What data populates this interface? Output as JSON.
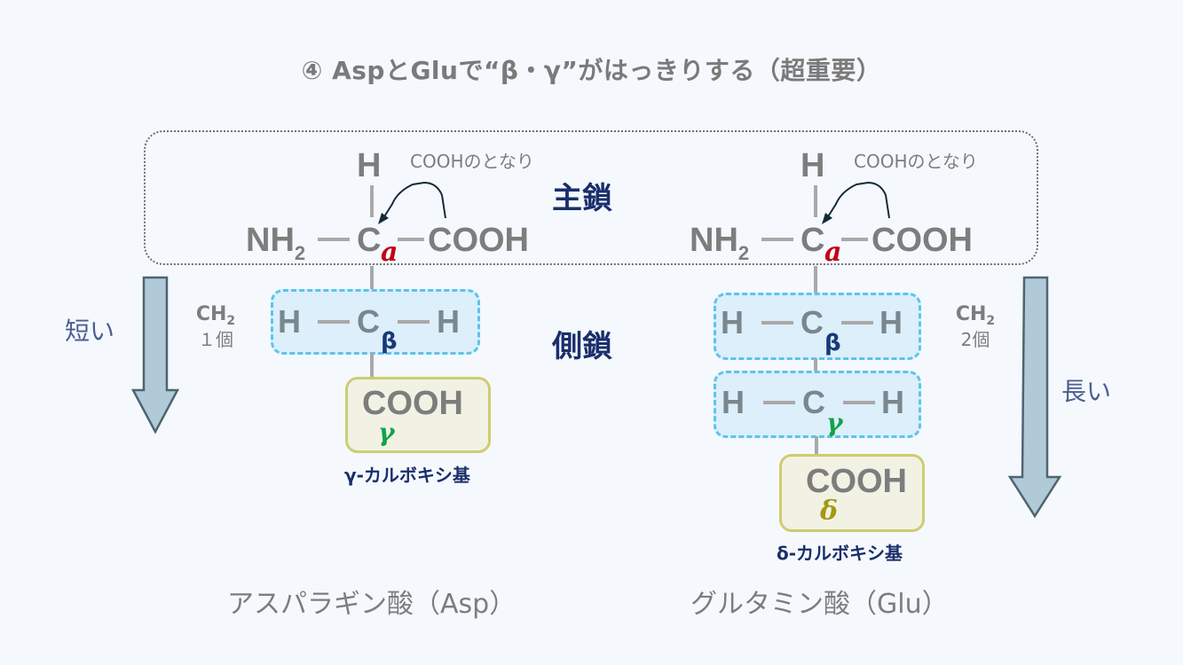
{
  "title": "④ AspとGluで“β・γ”がはっきりする（超重要）",
  "labels": {
    "main_chain": "主鎖",
    "side_chain": "側鎖",
    "short": "短い",
    "long": "長い",
    "neighbor_note": "COOHのとなり"
  },
  "colors": {
    "alpha": "#c00018",
    "beta": "#173a7a",
    "gamma": "#12a24a",
    "delta": "#a39a10",
    "ch_box_border": "#5cc4ec",
    "cooh_box_border": "#cfcc72",
    "arrow_fill": "#b1cad8"
  },
  "asp": {
    "name": "アスパラギン酸（Asp）",
    "h_top": "H",
    "nh2": "NH",
    "nh2_sub": "2",
    "c": "C",
    "cooh": "COOH",
    "alpha": "a",
    "ch": {
      "h_left": "H",
      "c": "C",
      "h_right": "H",
      "greek": "β"
    },
    "side_cooh": "COOH",
    "side_greek": "γ",
    "group_label": "γ-カルボキシ基",
    "ch2_label": "CH",
    "ch2_sub": "2",
    "ch2_count": "１個"
  },
  "glu": {
    "name": "グルタミン酸（Glu）",
    "h_top": "H",
    "nh2": "NH",
    "nh2_sub": "2",
    "c": "C",
    "cooh": "COOH",
    "alpha": "a",
    "ch1": {
      "h_left": "H",
      "c": "C",
      "h_right": "H",
      "greek": "β"
    },
    "ch2": {
      "h_left": "H",
      "c": "C",
      "h_right": "H",
      "greek": "γ"
    },
    "side_cooh": "COOH",
    "side_greek": "δ",
    "group_label": "δ-カルボキシ基",
    "ch2_label": "CH",
    "ch2_sub": "2",
    "ch2_count": "2個"
  }
}
